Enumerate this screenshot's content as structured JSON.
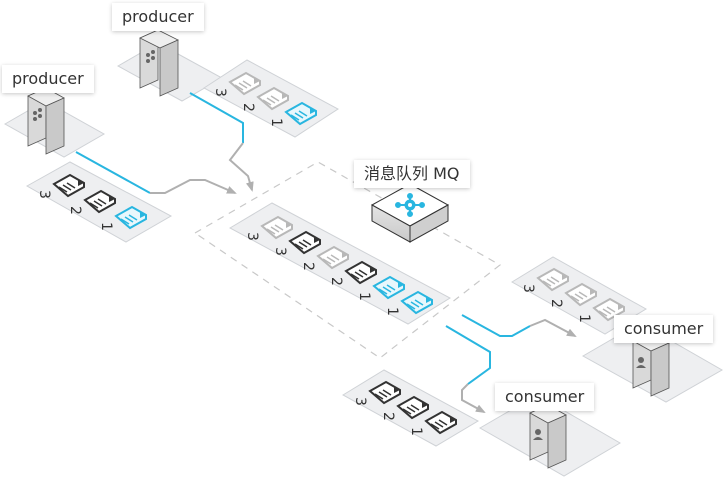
{
  "diagram": {
    "title_mq": "消息队列 MQ",
    "colors": {
      "accent": "#29b6e0",
      "arrow_gray": "#b0b0b0",
      "platform_fill": "#eeeff1",
      "platform_stroke": "#cfd2d6",
      "dashed_border": "#c8c8c8",
      "doc_dark": "#333333",
      "doc_light": "#b8b8b8"
    },
    "producers": [
      {
        "label": "producer",
        "icon": "server-icon",
        "messages": [
          {
            "num": "3",
            "state": "faded"
          },
          {
            "num": "2",
            "state": "faded"
          },
          {
            "num": "1",
            "state": "highlighted"
          }
        ]
      },
      {
        "label": "producer",
        "icon": "server-icon",
        "messages": [
          {
            "num": "3",
            "state": "dark"
          },
          {
            "num": "2",
            "state": "dark"
          },
          {
            "num": "1",
            "state": "highlighted"
          }
        ]
      }
    ],
    "queue": {
      "label": "消息队列 MQ",
      "icon": "hub-icon",
      "messages": [
        {
          "num": "3",
          "state": "faded"
        },
        {
          "num": "3",
          "state": "dark"
        },
        {
          "num": "2",
          "state": "faded"
        },
        {
          "num": "2",
          "state": "dark"
        },
        {
          "num": "1",
          "state": "highlighted"
        },
        {
          "num": "1",
          "state": "highlighted"
        }
      ]
    },
    "consumers": [
      {
        "label": "consumer",
        "icon": "user-server-icon",
        "messages": [
          {
            "num": "3",
            "state": "faded"
          },
          {
            "num": "2",
            "state": "faded"
          },
          {
            "num": "1",
            "state": "faded"
          }
        ]
      },
      {
        "label": "consumer",
        "icon": "user-server-icon",
        "messages": [
          {
            "num": "3",
            "state": "dark"
          },
          {
            "num": "2",
            "state": "dark"
          },
          {
            "num": "1",
            "state": "dark"
          }
        ]
      }
    ]
  }
}
